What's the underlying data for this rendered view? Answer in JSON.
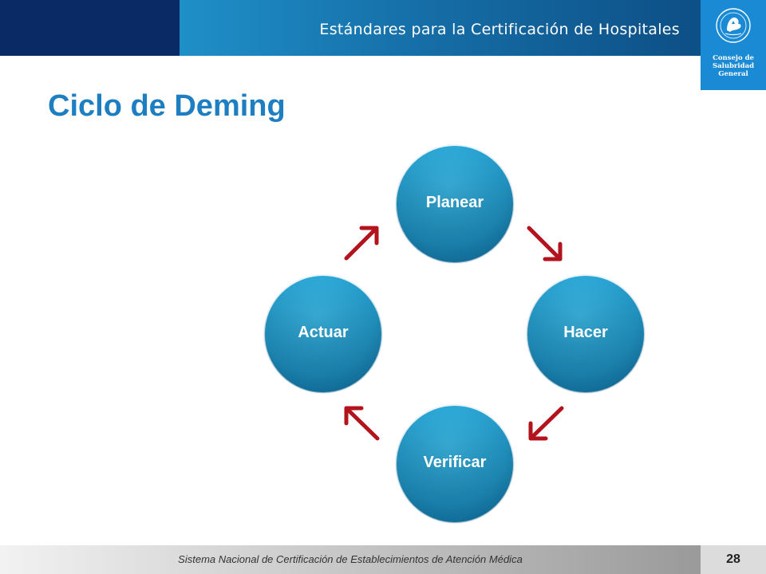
{
  "header": {
    "title": "Estándares para la Certificación de Hospitales"
  },
  "logo": {
    "lines": [
      "Consejo de",
      "Salubridad",
      "General"
    ]
  },
  "page_title": "Ciclo de Deming",
  "diagram": {
    "nodes": [
      "Planear",
      "Hacer",
      "Verificar",
      "Actuar"
    ],
    "node_color": "#2ea7d6",
    "arrow_color": "#b3131d"
  },
  "footer": {
    "text": "Sistema Nacional de Certificación de Establecimientos de Atención Médica",
    "page_number": "28"
  }
}
